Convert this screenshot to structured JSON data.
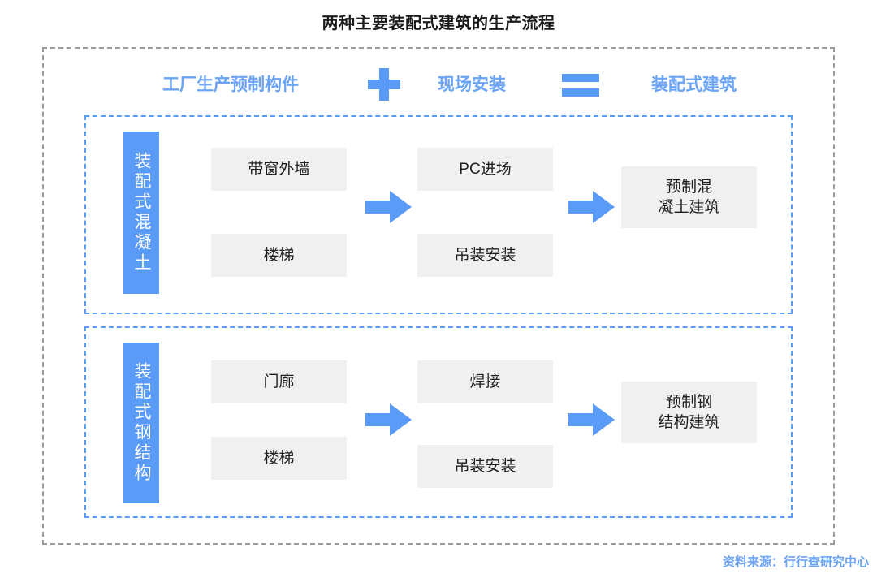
{
  "title": "两种主要装配式建筑的生产流程",
  "equation": {
    "term_1": "工厂生产预制构件",
    "operator_plus": "plus-icon",
    "term_2": "现场安装",
    "operator_equals": "equals-icon",
    "term_3": "装配式建筑"
  },
  "rows": [
    {
      "category": "装配式混凝土",
      "factory_steps": [
        "带窗外墙",
        "楼梯"
      ],
      "site_steps": [
        "PC进场",
        "吊装安装"
      ],
      "output": "预制混\n凝土建筑",
      "output_line_1": "预制混",
      "output_line_2": "凝土建筑"
    },
    {
      "category": "装配式钢结构",
      "factory_steps": [
        "门廊",
        "楼梯"
      ],
      "site_steps": [
        "焊接",
        "吊装安装"
      ],
      "output": "预制钢\n结构建筑",
      "output_line_1": "预制钢",
      "output_line_2": "结构建筑"
    }
  ],
  "source": "资料来源：行行查研究中心",
  "colors": {
    "accent_blue": "#5b9bf8",
    "text_blue": "#6ba4f5",
    "box_grey": "#f0f0f0",
    "frame_grey": "#9a9a9a",
    "title_black": "#1a1a1a"
  }
}
